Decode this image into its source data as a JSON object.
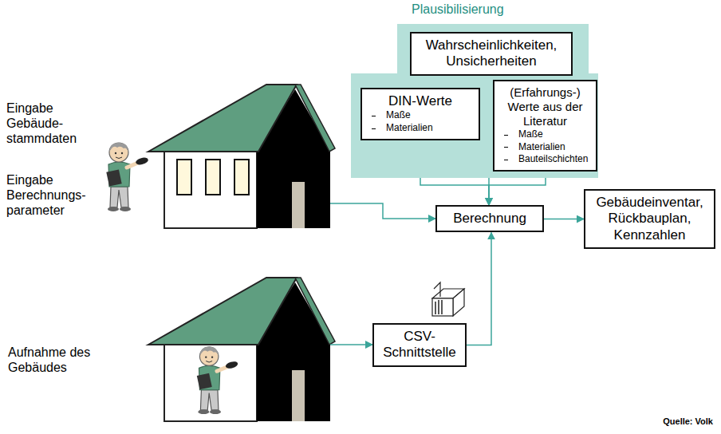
{
  "diagram": {
    "nodes": [
      {
        "text": [
          "Plausibilisierung"
        ]
      },
      {
        "text": [
          "Wahrscheinlichkeiten, Unsicherheiten"
        ],
        "in": 0
      },
      {
        "text": [
          "DIN-Werte",
          "Maße",
          "Materialien"
        ],
        "in": 0
      },
      {
        "text": [
          "(Erfahrungs-) Werte aus der Literatur",
          "Maße",
          "Materialien",
          "Bauteilschichten"
        ],
        "in": 0
      },
      {
        "text": [
          "Berechnung"
        ]
      },
      {
        "text": [
          "Gebäudeinventar, Rückbauplan, Kennzahlen"
        ]
      },
      {
        "text": [
          "CSV- Schnittstelle"
        ]
      }
    ],
    "edges": [
      {
        "from": 1,
        "to": 4,
        "arrow": "to"
      },
      {
        "from": 2,
        "to": 4,
        "arrow": "to"
      },
      {
        "from": 3,
        "to": 4,
        "arrow": "to"
      },
      {
        "from": 6,
        "to": 4,
        "arrow": "to"
      },
      {
        "from": 4,
        "to": 5,
        "arrow": "to"
      }
    ],
    "labels": [
      "Eingabe Gebäude- stammdaten",
      "Eingabe Berechnungs- parameter",
      "Aufnahme des Gebäudes",
      "Quelle: Volk"
    ]
  }
}
